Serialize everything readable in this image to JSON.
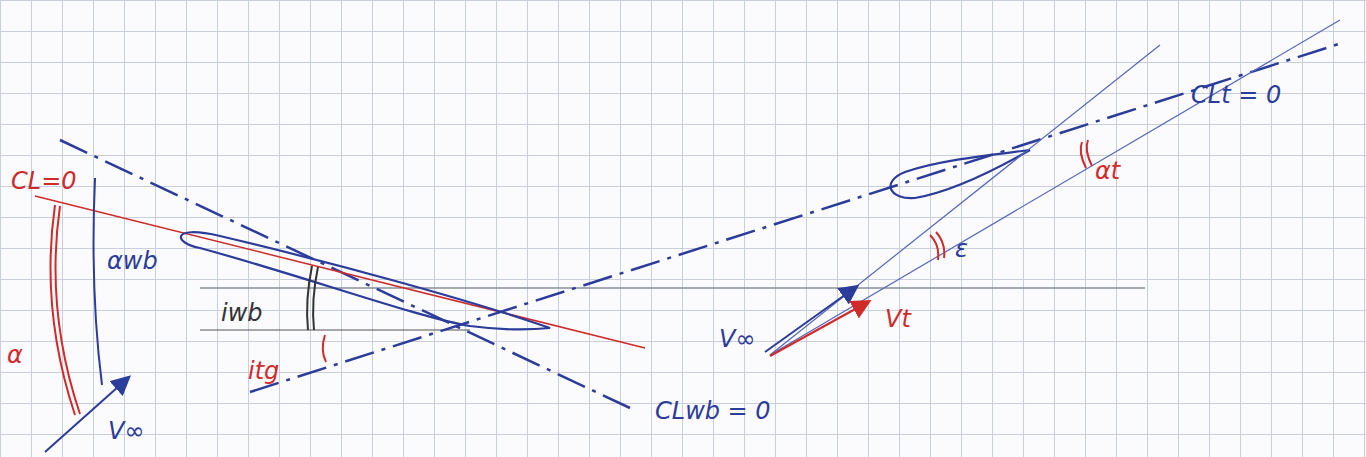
{
  "diagram": {
    "labels": [
      "CL=0",
      "α",
      "αwb",
      "iwb",
      "itg",
      "V∞",
      "CLwb = 0",
      "V∞",
      "Vt",
      "ε",
      "αt",
      "CLt = 0"
    ]
  }
}
